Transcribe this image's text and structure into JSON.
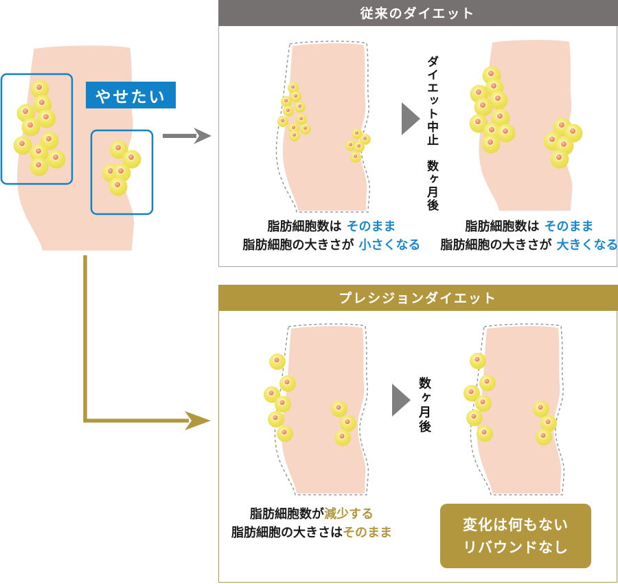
{
  "colors": {
    "accent_blue": "#1182c8",
    "accent_gold": "#b2973f",
    "header_gray": "#767171",
    "body_pink": "#f8d6c5",
    "fat_cell_yellow": "#f0e45e",
    "nucleus_orange": "#ef9059",
    "arrow_gray": "#7f7f7f"
  },
  "left_figure": {
    "label": "やせたい",
    "left_cluster_cell_count": 10,
    "right_cluster_cell_count": 5
  },
  "conventional": {
    "title": "従来のダイエット",
    "transition": "ダイエット中止　数ヶ月後",
    "before_caption": {
      "line1_text": "脂肪細胞数は",
      "line1_highlight": "そのまま",
      "line2_text": "脂肪細胞の大きさが",
      "line2_highlight": "小さくなる"
    },
    "after_caption": {
      "line1_text": "脂肪細胞数は",
      "line1_highlight": "そのまま",
      "line2_text": "脂肪細胞の大きさが",
      "line2_highlight": "大きくなる"
    }
  },
  "precision": {
    "title": "プレシジョンダイエット",
    "transition": "数ヶ月後",
    "result_caption": {
      "line1_text": "脂肪細胞数が",
      "line1_highlight": "減少する",
      "line2_text": "脂肪細胞の大きさは",
      "line2_highlight": "そのまま"
    },
    "note": {
      "line1": "変化は何もない",
      "line2": "リバウンドなし"
    }
  }
}
